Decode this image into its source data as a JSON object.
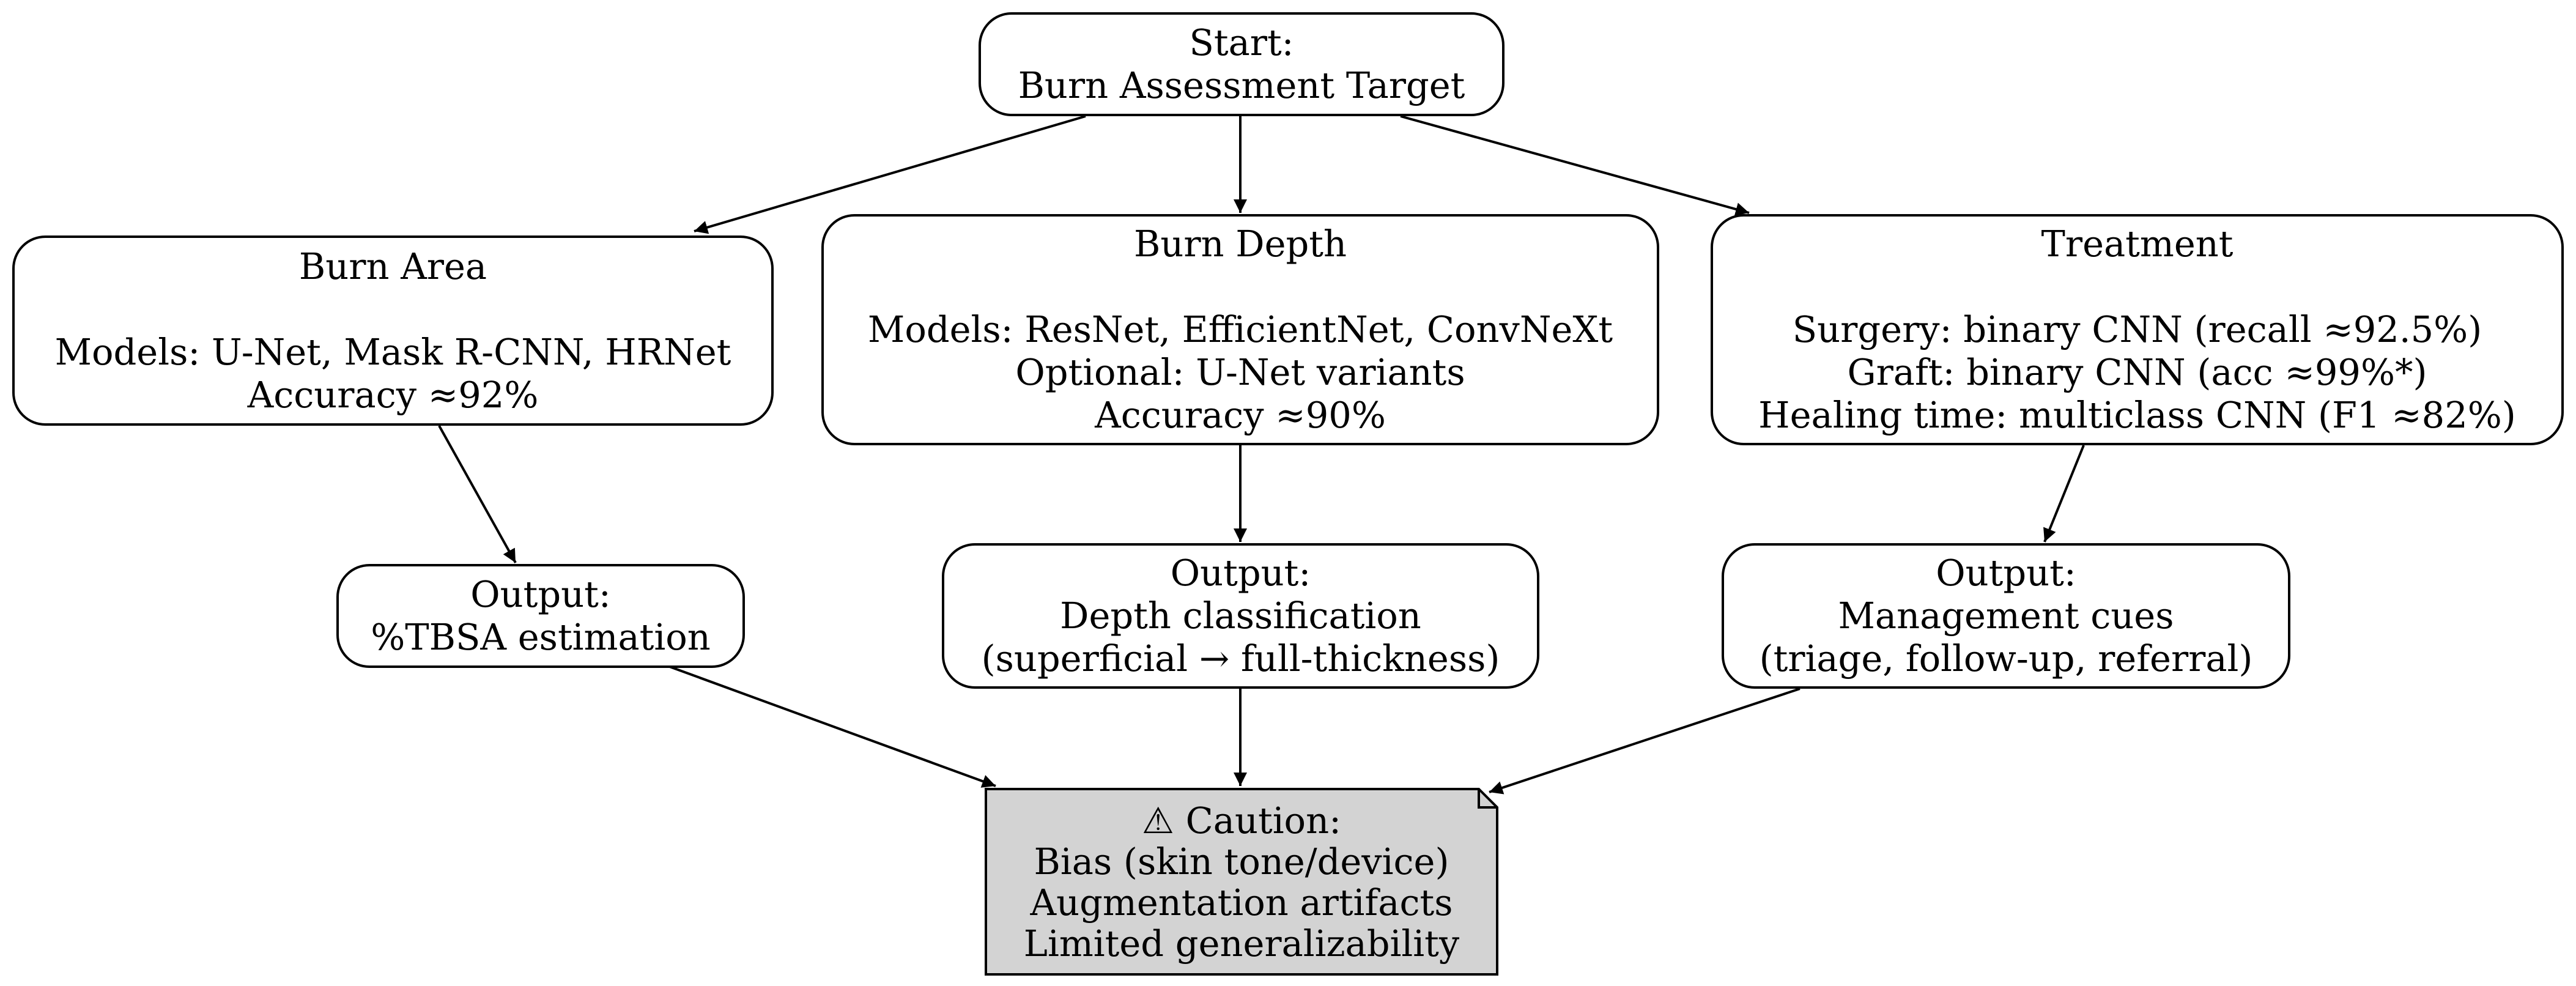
{
  "nodes": {
    "start": {
      "line1": "Start:",
      "line2": "Burn Assessment Target"
    },
    "area": {
      "title": "Burn Area",
      "line1": "Models: U-Net, Mask R-CNN, HRNet",
      "line2": "Accuracy ≈92%"
    },
    "depth": {
      "title": "Burn Depth",
      "line1": "Models: ResNet, EfficientNet, ConvNeXt",
      "line2": "Optional: U-Net variants",
      "line3": "Accuracy ≈90%"
    },
    "treatment": {
      "title": "Treatment",
      "line1": "Surgery: binary CNN (recall ≈92.5%)",
      "line2": "Graft: binary CNN (acc ≈99%*)",
      "line3": "Healing time: multiclass CNN (F1 ≈82%)"
    },
    "output_area": {
      "line1": "Output:",
      "line2": "%TBSA estimation"
    },
    "output_depth": {
      "line1": "Output:",
      "line2": "Depth classification",
      "line3": "(superficial → full-thickness)"
    },
    "output_treatment": {
      "line1": "Output:",
      "line2": "Management cues",
      "line3": "(triage, follow-up, referral)"
    },
    "caution": {
      "line1": "⚠ Caution:",
      "line2": "Bias (skin tone/device)",
      "line3": "Augmentation artifacts",
      "line4": "Limited generalizability"
    }
  },
  "colors": {
    "node_fill": "#ffffff",
    "note_fill": "#d3d3d3",
    "stroke": "#000000"
  }
}
